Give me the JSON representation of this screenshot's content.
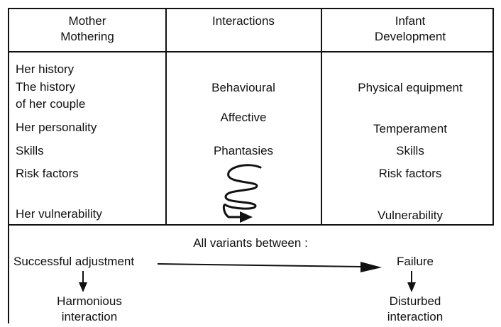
{
  "columns": {
    "mother": {
      "header_line1": "Mother",
      "header_line2": "Mothering",
      "items": [
        "Her history",
        "The history",
        "of her couple",
        "Her personality",
        "Skills",
        "Risk factors",
        "Her vulnerability"
      ]
    },
    "interactions": {
      "header": "Interactions",
      "items": [
        "Behavioural",
        "Affective",
        "Phantasies"
      ]
    },
    "infant": {
      "header_line1": "Infant",
      "header_line2": "Development",
      "items": [
        "Physical equipment",
        "Temperament",
        "Skills",
        "Risk factors",
        "Vulnerability"
      ]
    }
  },
  "bottom": {
    "caption": "All variants between :",
    "left_state": "Successful adjustment",
    "right_state": "Failure",
    "left_outcome_line1": "Harmonious",
    "left_outcome_line2": "interaction",
    "right_outcome_line1": "Disturbed",
    "right_outcome_line2": "interaction"
  }
}
